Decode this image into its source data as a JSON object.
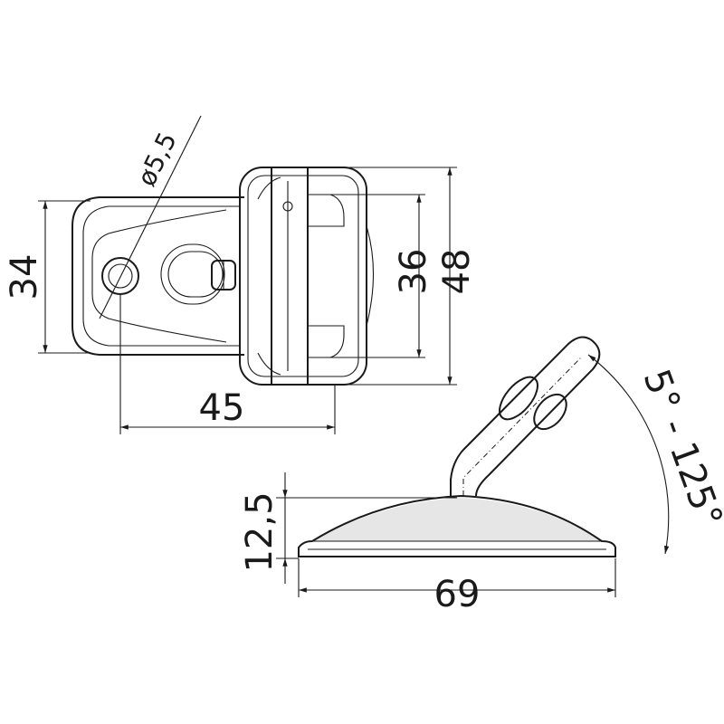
{
  "drawing": {
    "top_view": {
      "height_dim": "34",
      "hole_to_clamp_dim": "45",
      "inner_dim": "36",
      "outer_dim": "48",
      "hole_diameter_dim": "ø5,5"
    },
    "side_view": {
      "height_dim": "12,5",
      "length_dim": "69",
      "angle_range": "5° - 125°"
    }
  }
}
